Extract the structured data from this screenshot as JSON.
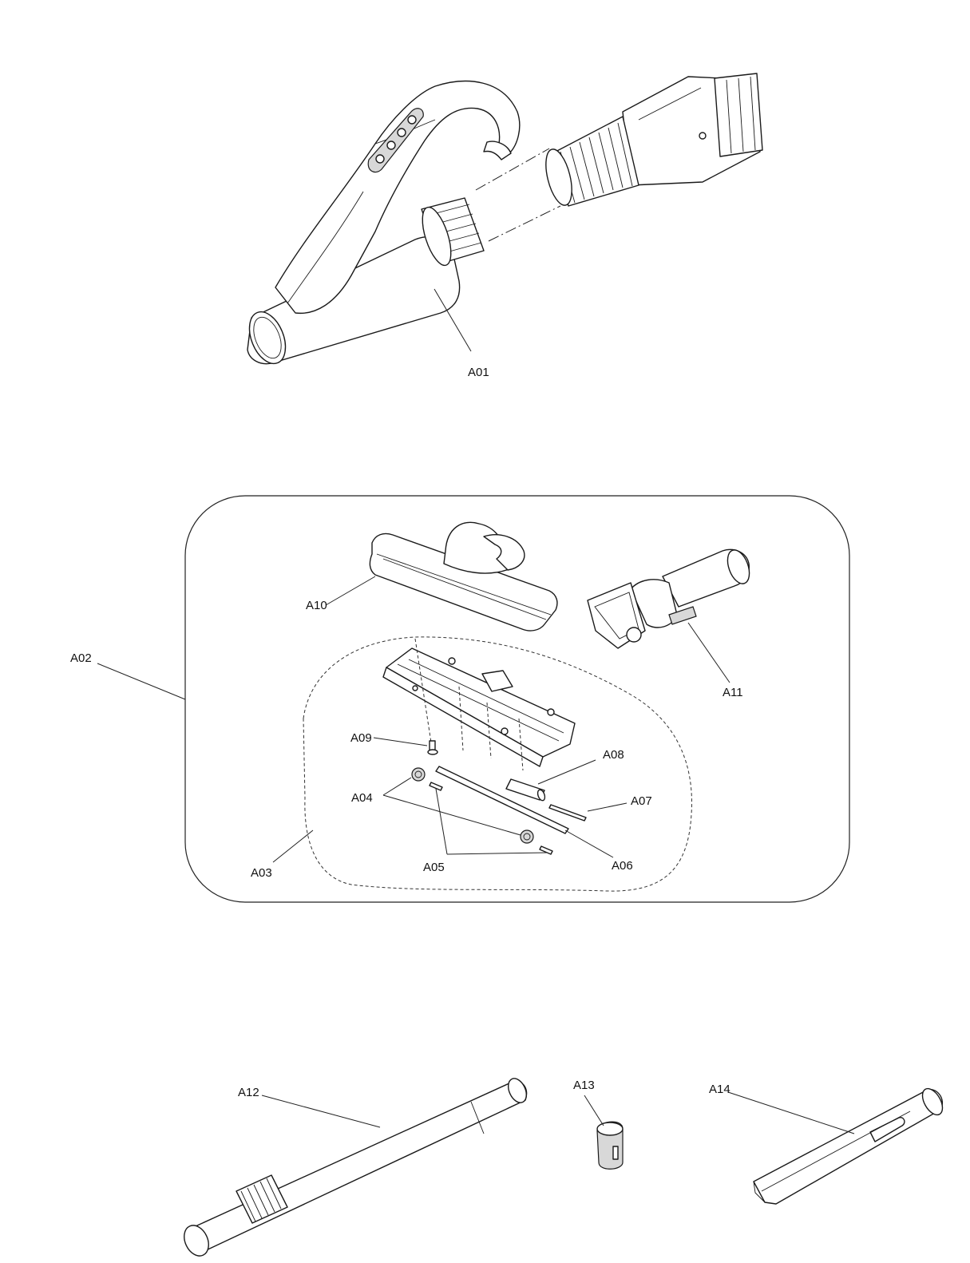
{
  "labels": {
    "a01": "A01",
    "a02": "A02",
    "a03": "A03",
    "a04": "A04",
    "a05": "A05",
    "a06": "A06",
    "a07": "A07",
    "a08": "A08",
    "a09": "A09",
    "a10": "A10",
    "a11": "A11",
    "a12": "A12",
    "a13": "A13",
    "a14": "A14"
  },
  "parts": {
    "a01": "hose-handle-assembly",
    "a02": "accessory-kit-group",
    "a03": "brush-base-subassembly",
    "a04": "wheel",
    "a05": "wheel-axle-pin",
    "a06": "long-rod",
    "a07": "short-pin",
    "a08": "roller-sleeve",
    "a09": "screw",
    "a10": "floor-brush-cover",
    "a11": "swivel-nozzle",
    "a12": "extension-tube",
    "a13": "adjustment-sleeve",
    "a14": "crevice-tool"
  }
}
